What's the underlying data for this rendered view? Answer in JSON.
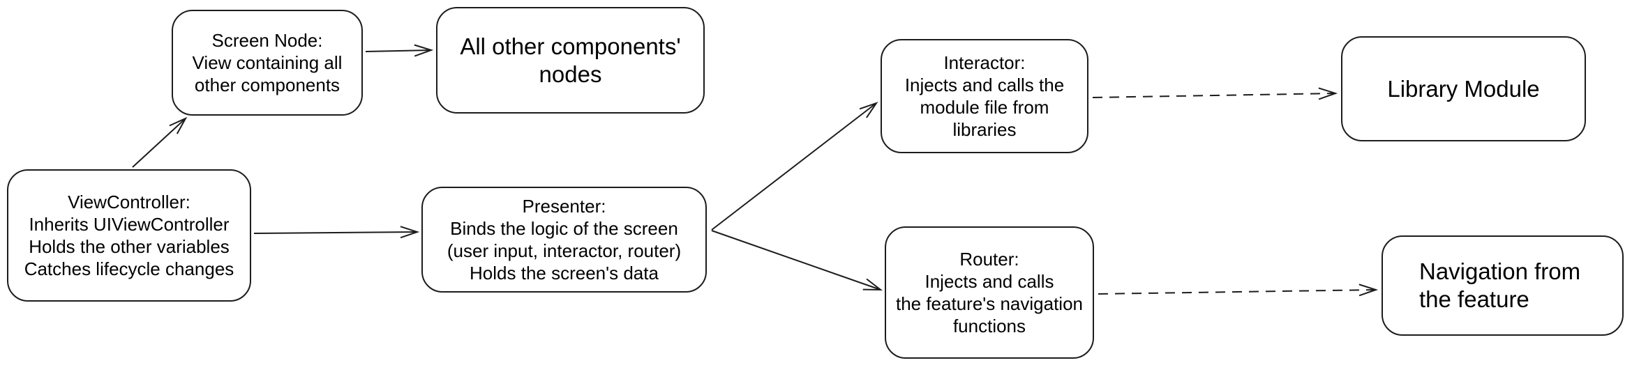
{
  "diagram": {
    "background_color": "#ffffff",
    "stroke_color": "#1c1c1c",
    "text_color": "#000000",
    "nodes": {
      "viewcontroller": {
        "text": "ViewController:\nInherits UIViewController\nHolds the other variables\nCatches lifecycle changes"
      },
      "screen_node": {
        "text": "Screen Node:\nView containing all\nother components"
      },
      "all_other_nodes": {
        "text": "All other components'\nnodes"
      },
      "presenter": {
        "text": "Presenter:\nBinds the logic of the screen\n(user input, interactor, router)\nHolds the screen's data"
      },
      "interactor": {
        "text": "Interactor:\nInjects and calls the\nmodule file from\nlibraries"
      },
      "library_module": {
        "text": "Library Module"
      },
      "router": {
        "text": "Router:\nInjects and calls\nthe feature's navigation\nfunctions"
      },
      "navigation": {
        "text": "Navigation from\nthe feature"
      }
    },
    "edges": [
      {
        "from": "viewcontroller",
        "to": "screen_node",
        "style": "solid"
      },
      {
        "from": "screen_node",
        "to": "all_other_nodes",
        "style": "solid"
      },
      {
        "from": "viewcontroller",
        "to": "presenter",
        "style": "solid"
      },
      {
        "from": "presenter",
        "to": "interactor",
        "style": "solid"
      },
      {
        "from": "presenter",
        "to": "router",
        "style": "solid"
      },
      {
        "from": "interactor",
        "to": "library_module",
        "style": "dashed"
      },
      {
        "from": "router",
        "to": "navigation",
        "style": "dashed"
      }
    ]
  }
}
